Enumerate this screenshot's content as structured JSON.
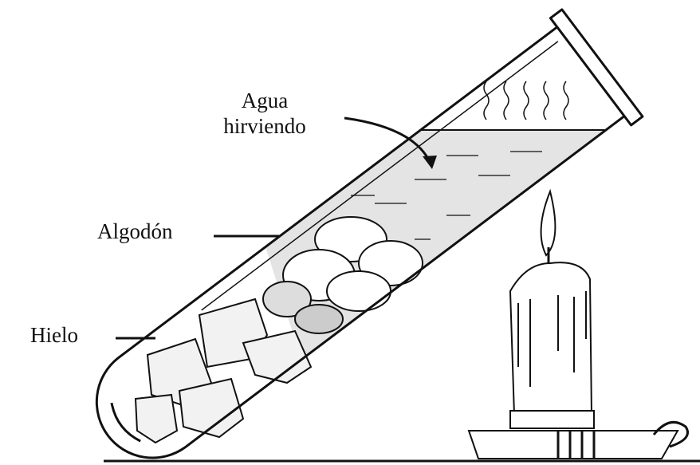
{
  "labels": {
    "water_line1": "Agua",
    "water_line2": "hirviendo",
    "cotton": "Algodón",
    "ice": "Hielo"
  },
  "colors": {
    "ink": "#111111",
    "water": "#e6e6e6"
  }
}
